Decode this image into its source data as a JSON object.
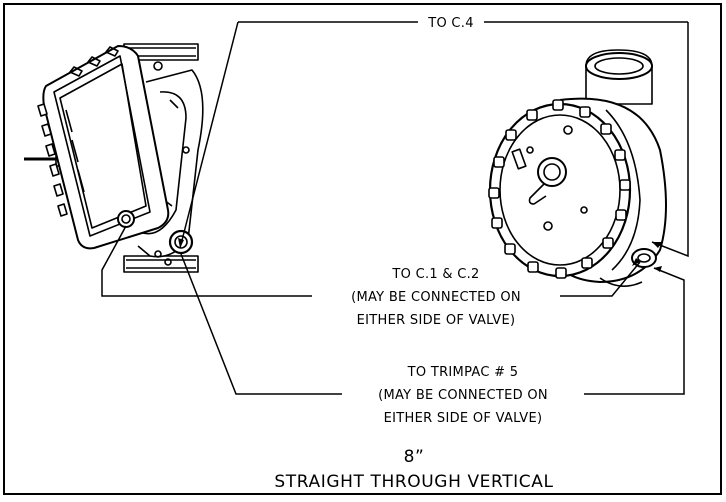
{
  "labels": {
    "to_c4": "TO C.4",
    "to_c1_c2": {
      "line1": "TO C.1 & C.2",
      "line2": "(MAY BE CONNECTED ON",
      "line3": "EITHER SIDE OF VALVE)"
    },
    "to_trimpac": {
      "line1": "TO TRIMPAC # 5",
      "line2": "(MAY BE CONNECTED ON",
      "line3": "EITHER SIDE OF VALVE)"
    }
  },
  "caption": {
    "size": "8”",
    "title": "STRAIGHT THROUGH VERTICAL"
  }
}
